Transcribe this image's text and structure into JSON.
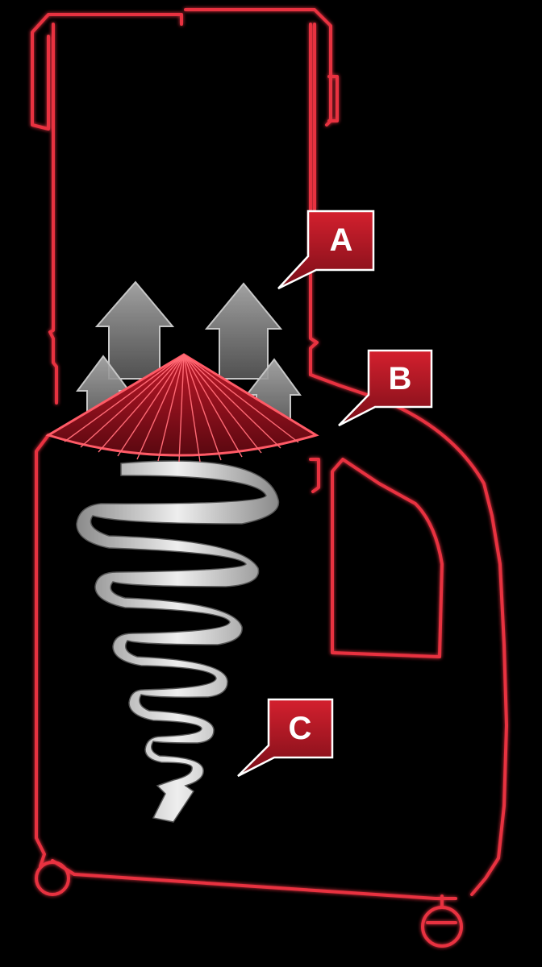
{
  "colors": {
    "background": "#000000",
    "outline": "#e8303f",
    "outline_glow": "#ff5a66",
    "callout_fill_top": "#d4202e",
    "callout_fill_bottom": "#7a0e18",
    "arrow_fill": "#9a9a9a",
    "spiral_light": "#e6e6e6",
    "spiral_dark": "#8a8a8a"
  },
  "callouts": [
    {
      "id": "A",
      "label": "A"
    },
    {
      "id": "B",
      "label": "B"
    },
    {
      "id": "C",
      "label": "C"
    }
  ],
  "icons": {
    "upward_arrows": "up-arrow-icon",
    "separator_cone": "cone-icon",
    "cyclone_spiral": "cyclone-spiral-icon",
    "casters": "caster-wheel-icon"
  }
}
